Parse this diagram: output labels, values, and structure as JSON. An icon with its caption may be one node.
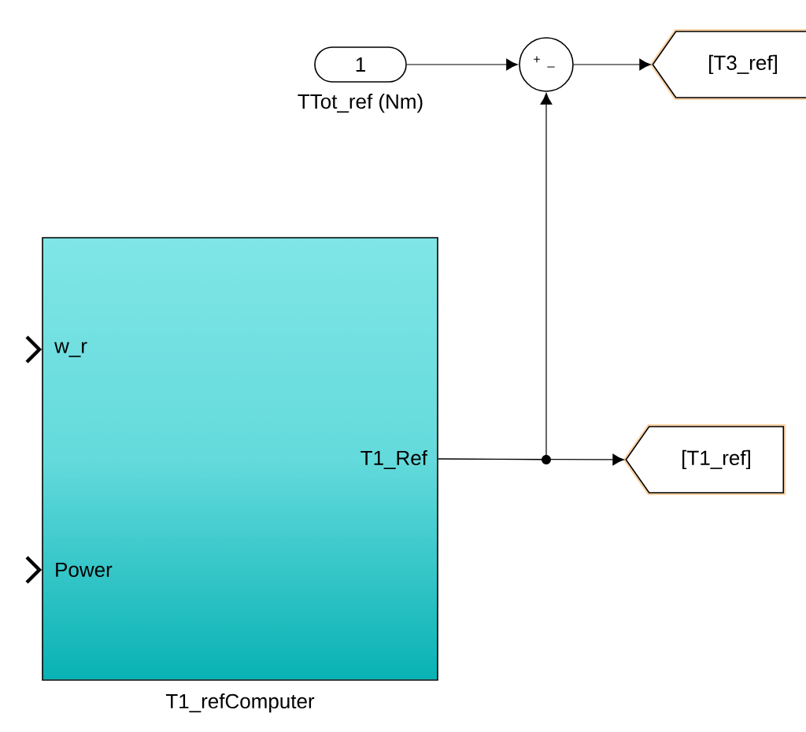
{
  "diagram": {
    "nodes": [
      {
        "text": [
          "1"
        ],
        "beside": [
          "TTot_ref (Nm)"
        ]
      },
      {
        "text": [
          "+",
          "_"
        ]
      },
      {
        "text": [
          "[T3_ref]"
        ]
      },
      {
        "text": [
          "w_r",
          "Power",
          "T1_Ref"
        ],
        "beside": [
          "T1_refComputer"
        ]
      },
      {
        "text": [
          "[T1_ref]"
        ]
      }
    ],
    "edges": [
      {
        "from": 0,
        "to": 1,
        "arrow": "to"
      },
      {
        "from": 1,
        "to": 2,
        "arrow": "to"
      },
      {
        "from": 3,
        "to": 4,
        "arrow": "to"
      },
      {
        "from": 3,
        "to": 1,
        "arrow": "to"
      }
    ]
  }
}
